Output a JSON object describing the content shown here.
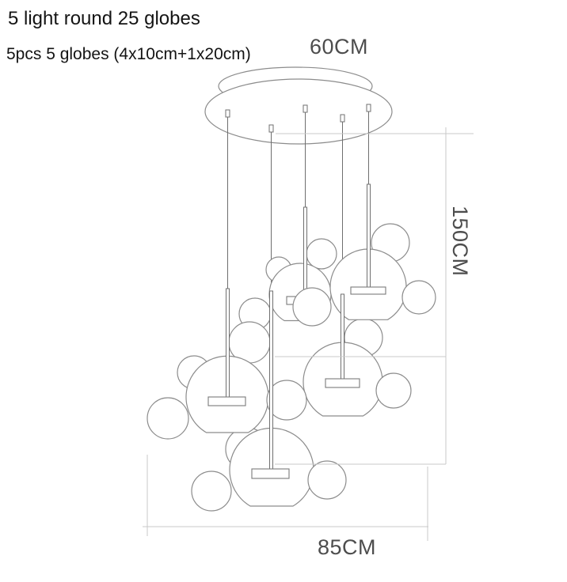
{
  "title": "5 light round 25 globes",
  "subtitle": "5pcs 5 globes (4x10cm+1x20cm)",
  "dimensions": {
    "canopy_width": "60CM",
    "drop_height": "150CM",
    "cluster_width": "85CM"
  },
  "colors": {
    "background": "#ffffff",
    "drawing_line": "#8c8c8c",
    "dimension_line": "#c9c9c9",
    "dimension_text": "#4d4d4d",
    "title_text": "#141414"
  }
}
